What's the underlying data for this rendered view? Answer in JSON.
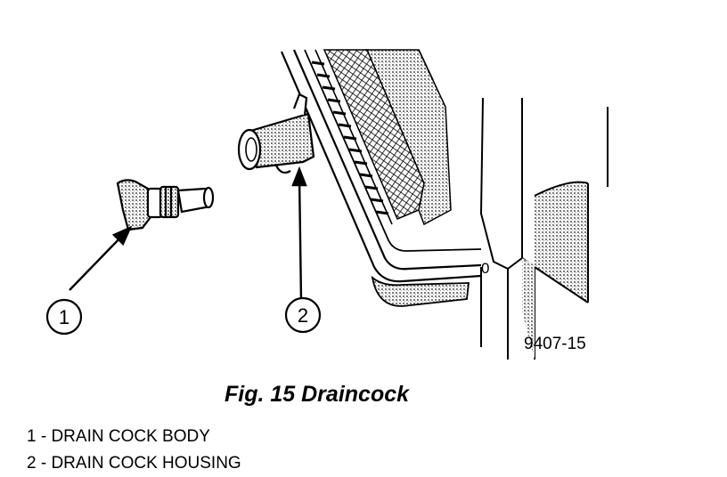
{
  "figure": {
    "callouts": [
      {
        "number": "1"
      },
      {
        "number": "2"
      }
    ],
    "figure_id": "9407-15",
    "housing_mark": "0",
    "caption": "Fig. 15 Draincock"
  },
  "legend": [
    "1 - DRAIN COCK BODY",
    "2 - DRAIN COCK HOUSING"
  ],
  "colors": {
    "ink": "#000000",
    "shading": "#8c8c8c",
    "background": "#ffffff"
  }
}
